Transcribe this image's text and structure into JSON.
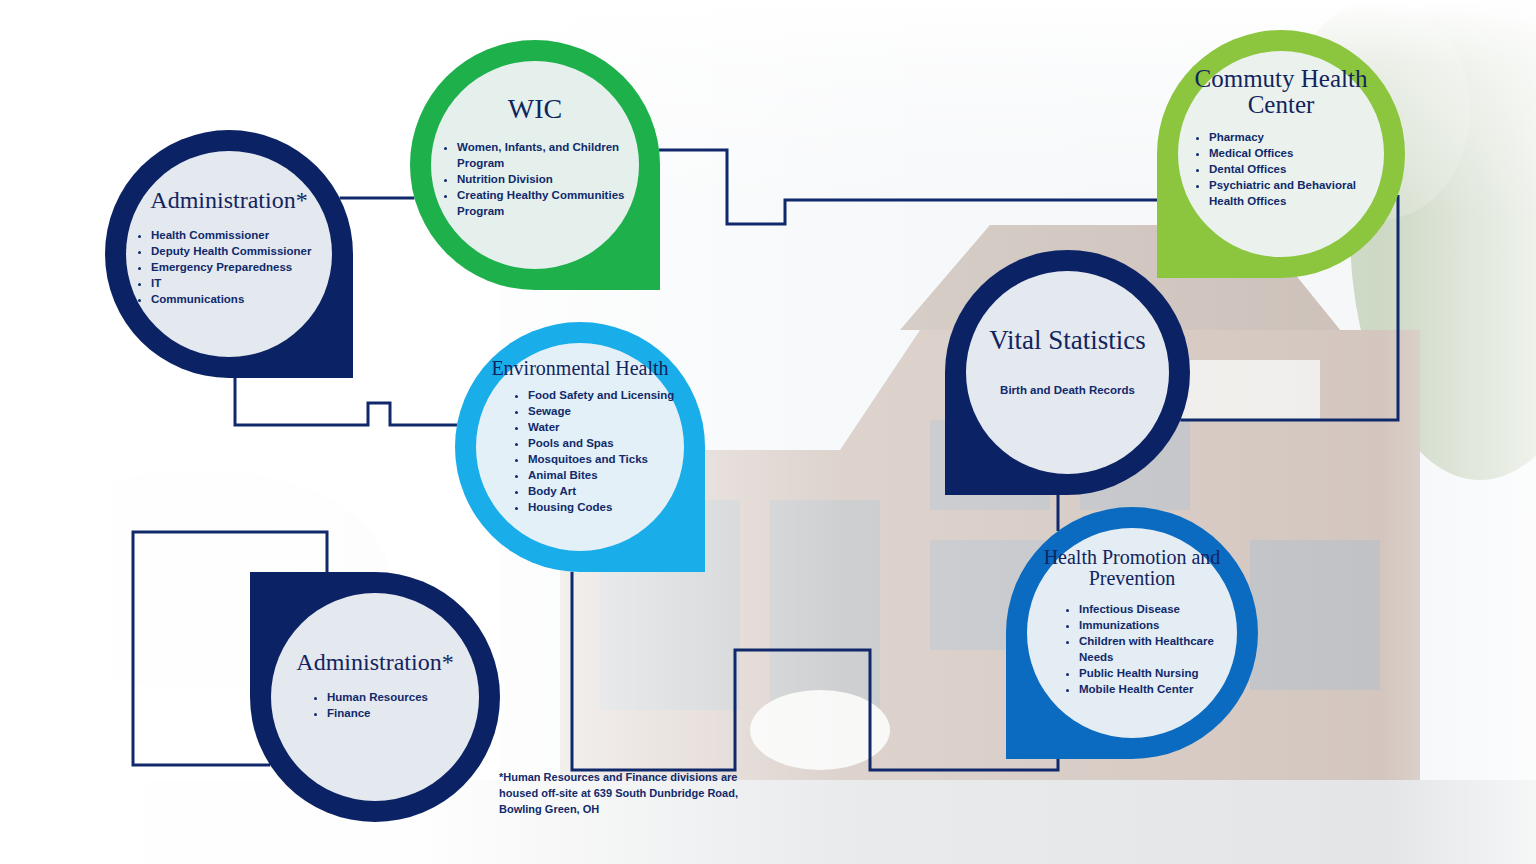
{
  "diagram": {
    "nodes": [
      {
        "text": [
          "Administration*",
          "Health Commissioner",
          "Deputy Health Commissioner",
          "Emergency Preparedness",
          "IT",
          "Communications"
        ]
      },
      {
        "text": [
          "WIC",
          "Women, Infants, and Children Program",
          "Nutrition Division",
          "Creating Healthy Communities Program"
        ]
      },
      {
        "text": [
          "Commuty Health Center",
          "Pharmacy",
          "Medical Offices",
          "Dental Offices",
          "Psychiatric and Behavioral Health Offices"
        ]
      },
      {
        "text": [
          "Environmental Health",
          "Food Safety and Licensing",
          "Sewage",
          "Water",
          "Pools and Spas",
          "Mosquitoes and Ticks",
          "Animal Bites",
          "Body Art",
          "Housing Codes"
        ]
      },
      {
        "text": [
          "Vital Statistics",
          "Birth and Death Records"
        ]
      },
      {
        "text": [
          "Health Promotion and Prevention",
          "Infectious Disease",
          "Immunizations",
          "Children with Healthcare Needs",
          "Public Health Nursing",
          "Mobile Health Center"
        ]
      },
      {
        "text": [
          "Administration*",
          "Human Resources",
          "Finance"
        ]
      }
    ],
    "edges": [
      {
        "from": 0,
        "to": 1,
        "arrow": "none"
      },
      {
        "from": 1,
        "to": 2,
        "arrow": "none"
      },
      {
        "from": 0,
        "to": 3,
        "arrow": "none"
      },
      {
        "from": 2,
        "to": 4,
        "arrow": "none"
      },
      {
        "from": 4,
        "to": 5,
        "arrow": "none"
      },
      {
        "from": 3,
        "to": 5,
        "arrow": "none"
      }
    ],
    "labels": [
      "*Human Resources and Finance divisions are housed off-site at 639 South Dunbridge Road, Bowling Green, OH"
    ]
  }
}
